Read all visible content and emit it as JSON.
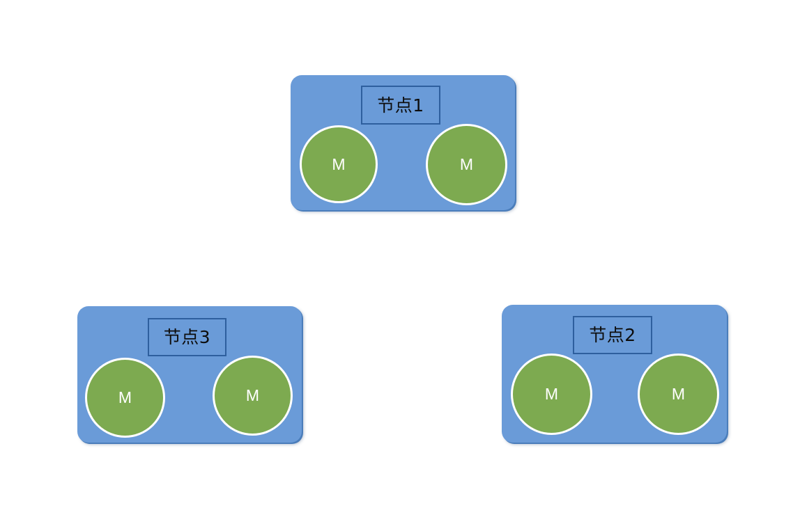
{
  "diagram": {
    "background_color": "#ffffff",
    "node_fill_color": "#6A9BD8",
    "node_border_color": "#4A7DBA",
    "label_border_color": "#2E5F9E",
    "member_fill_color": "#7DAA50",
    "member_border_color": "#ffffff",
    "member_text_color": "#ffffff",
    "label_text_color": "#0d0d0d",
    "nodes": [
      {
        "id": "node-1",
        "label": "节点1",
        "members": [
          {
            "label": "M"
          },
          {
            "label": "M"
          }
        ]
      },
      {
        "id": "node-2",
        "label": "节点2",
        "members": [
          {
            "label": "M"
          },
          {
            "label": "M"
          }
        ]
      },
      {
        "id": "node-3",
        "label": "节点3",
        "members": [
          {
            "label": "M"
          },
          {
            "label": "M"
          }
        ]
      }
    ]
  }
}
